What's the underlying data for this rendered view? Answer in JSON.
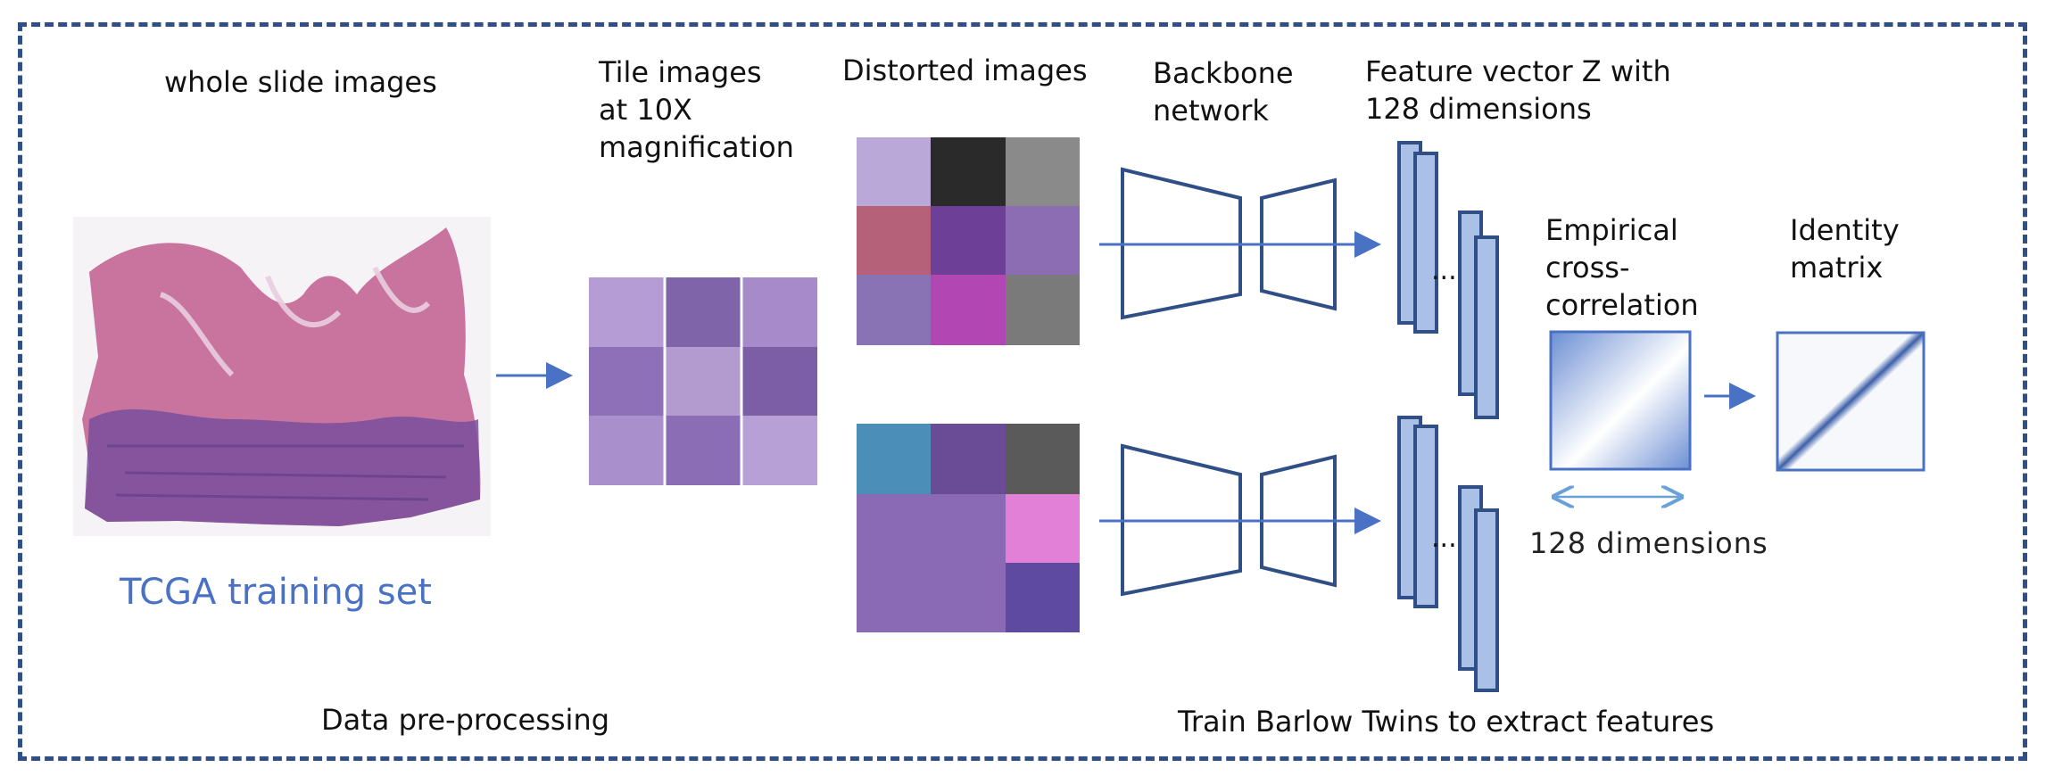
{
  "stages": {
    "wsi_title": "whole slide images",
    "tile_title": [
      "Tile images",
      "at 10X",
      "magnification"
    ],
    "distorted_title": "Distorted images",
    "backbone_title": [
      "Backbone",
      "network"
    ],
    "feature_title": [
      "Feature vector Z with",
      "128 dimensions"
    ],
    "crosscorr_title": [
      "Empirical",
      "cross-",
      "correlation"
    ],
    "identity_title": [
      "Identity",
      "matrix"
    ]
  },
  "dataset_label": "TCGA training set",
  "ellipsis": "...",
  "dimension_label": "128 dimensions",
  "section_labels": {
    "preprocessing": "Data pre-processing",
    "training": "Train Barlow Twins to extract features"
  },
  "colors": {
    "frame": "#2f4f86",
    "arrow": "#4a72c4",
    "network_stroke": "#2f4f86",
    "feature_fill": "#aac0e6",
    "dataset_text": "#4a72c4",
    "tissue_pink": "#c46a9a",
    "tissue_purple": "#7a4f9c"
  },
  "icons": {
    "slide": "histology-slide-image",
    "tiles": "tile-grid-image",
    "distorted": "distorted-tile-grid-image",
    "encoder": "trapezoid-encoder-icon",
    "projector": "trapezoid-projector-icon",
    "features": "feature-bar-stack-icon",
    "cross_correlation": "gradient-matrix-icon",
    "identity": "diagonal-matrix-icon"
  }
}
